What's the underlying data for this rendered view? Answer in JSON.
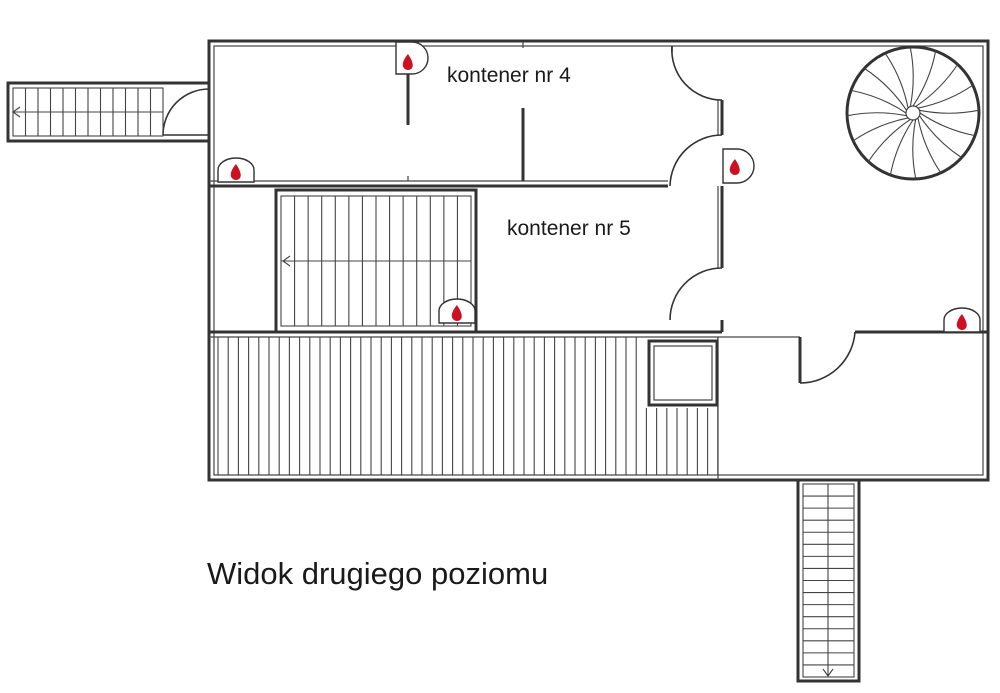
{
  "plan": {
    "title": "Widok drugiego poziomu",
    "rooms": [
      {
        "label": "kontener nr 4"
      },
      {
        "label": "kontener nr 5"
      }
    ],
    "icons": {
      "fire_extinguisher": "fire-extinguisher-icon",
      "color": "#cc1122"
    }
  }
}
